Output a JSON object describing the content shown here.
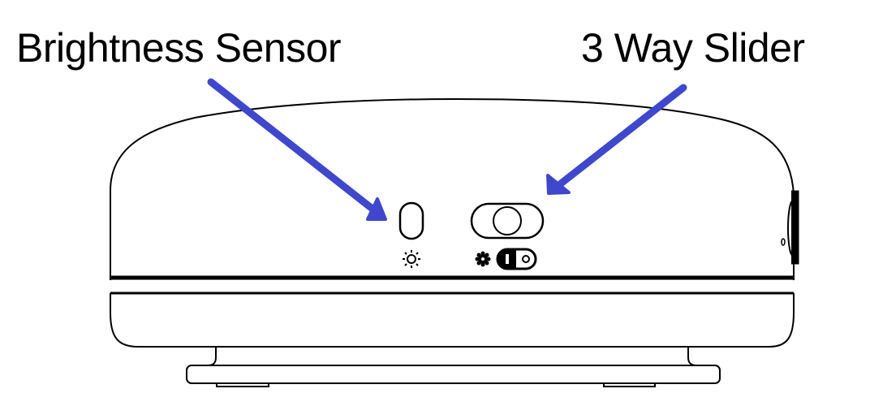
{
  "annotations": [
    {
      "id": "brightness-sensor",
      "label": "Brightness Sensor"
    },
    {
      "id": "three-way-slider",
      "label": "3 Way Slider"
    }
  ],
  "colors": {
    "arrow": "#3f48cc",
    "outline": "#000000",
    "background": "#ffffff"
  },
  "device": {
    "components": [
      "brightness-sensor-window",
      "sun-icon",
      "3-way-slider-switch",
      "gear-icon",
      "toggle-icon",
      "side-button",
      "side-led",
      "base-stand"
    ]
  }
}
